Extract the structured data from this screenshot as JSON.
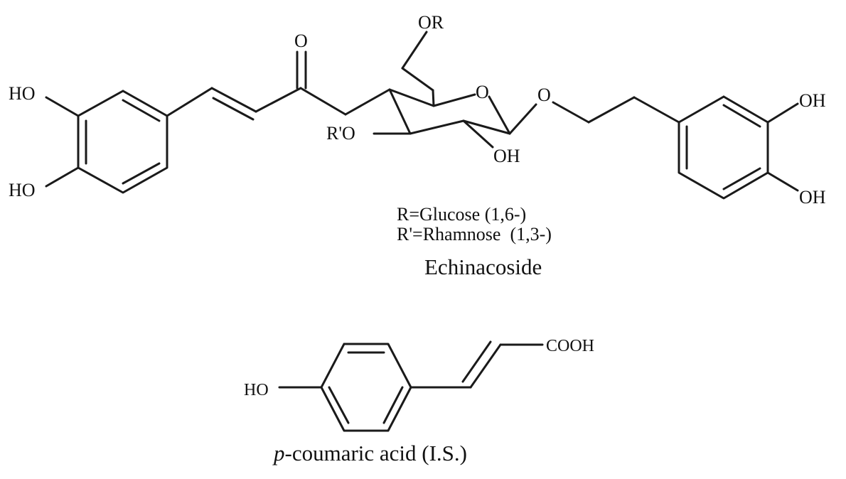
{
  "echinacoside": {
    "labels": {
      "ho_upper": "HO",
      "ho_lower": "HO",
      "carbonyl_o": "O",
      "or": "OR",
      "ring_o": "O",
      "r_prime_o": "R'O",
      "sugar_oh": "OH",
      "glycosidic_o": "O",
      "oh_upper": "OH",
      "oh_lower": "OH"
    },
    "legend": {
      "r_definition": "R=Glucose (1,6-)",
      "r_prime_definition": "R'=Rhamnose  (1,3-)"
    },
    "name": "Echinacoside"
  },
  "coumaric": {
    "labels": {
      "ho": "HO",
      "cooh": "COOH"
    },
    "name_prefix": "p",
    "name_rest": "-coumaric acid (I.S.)"
  }
}
